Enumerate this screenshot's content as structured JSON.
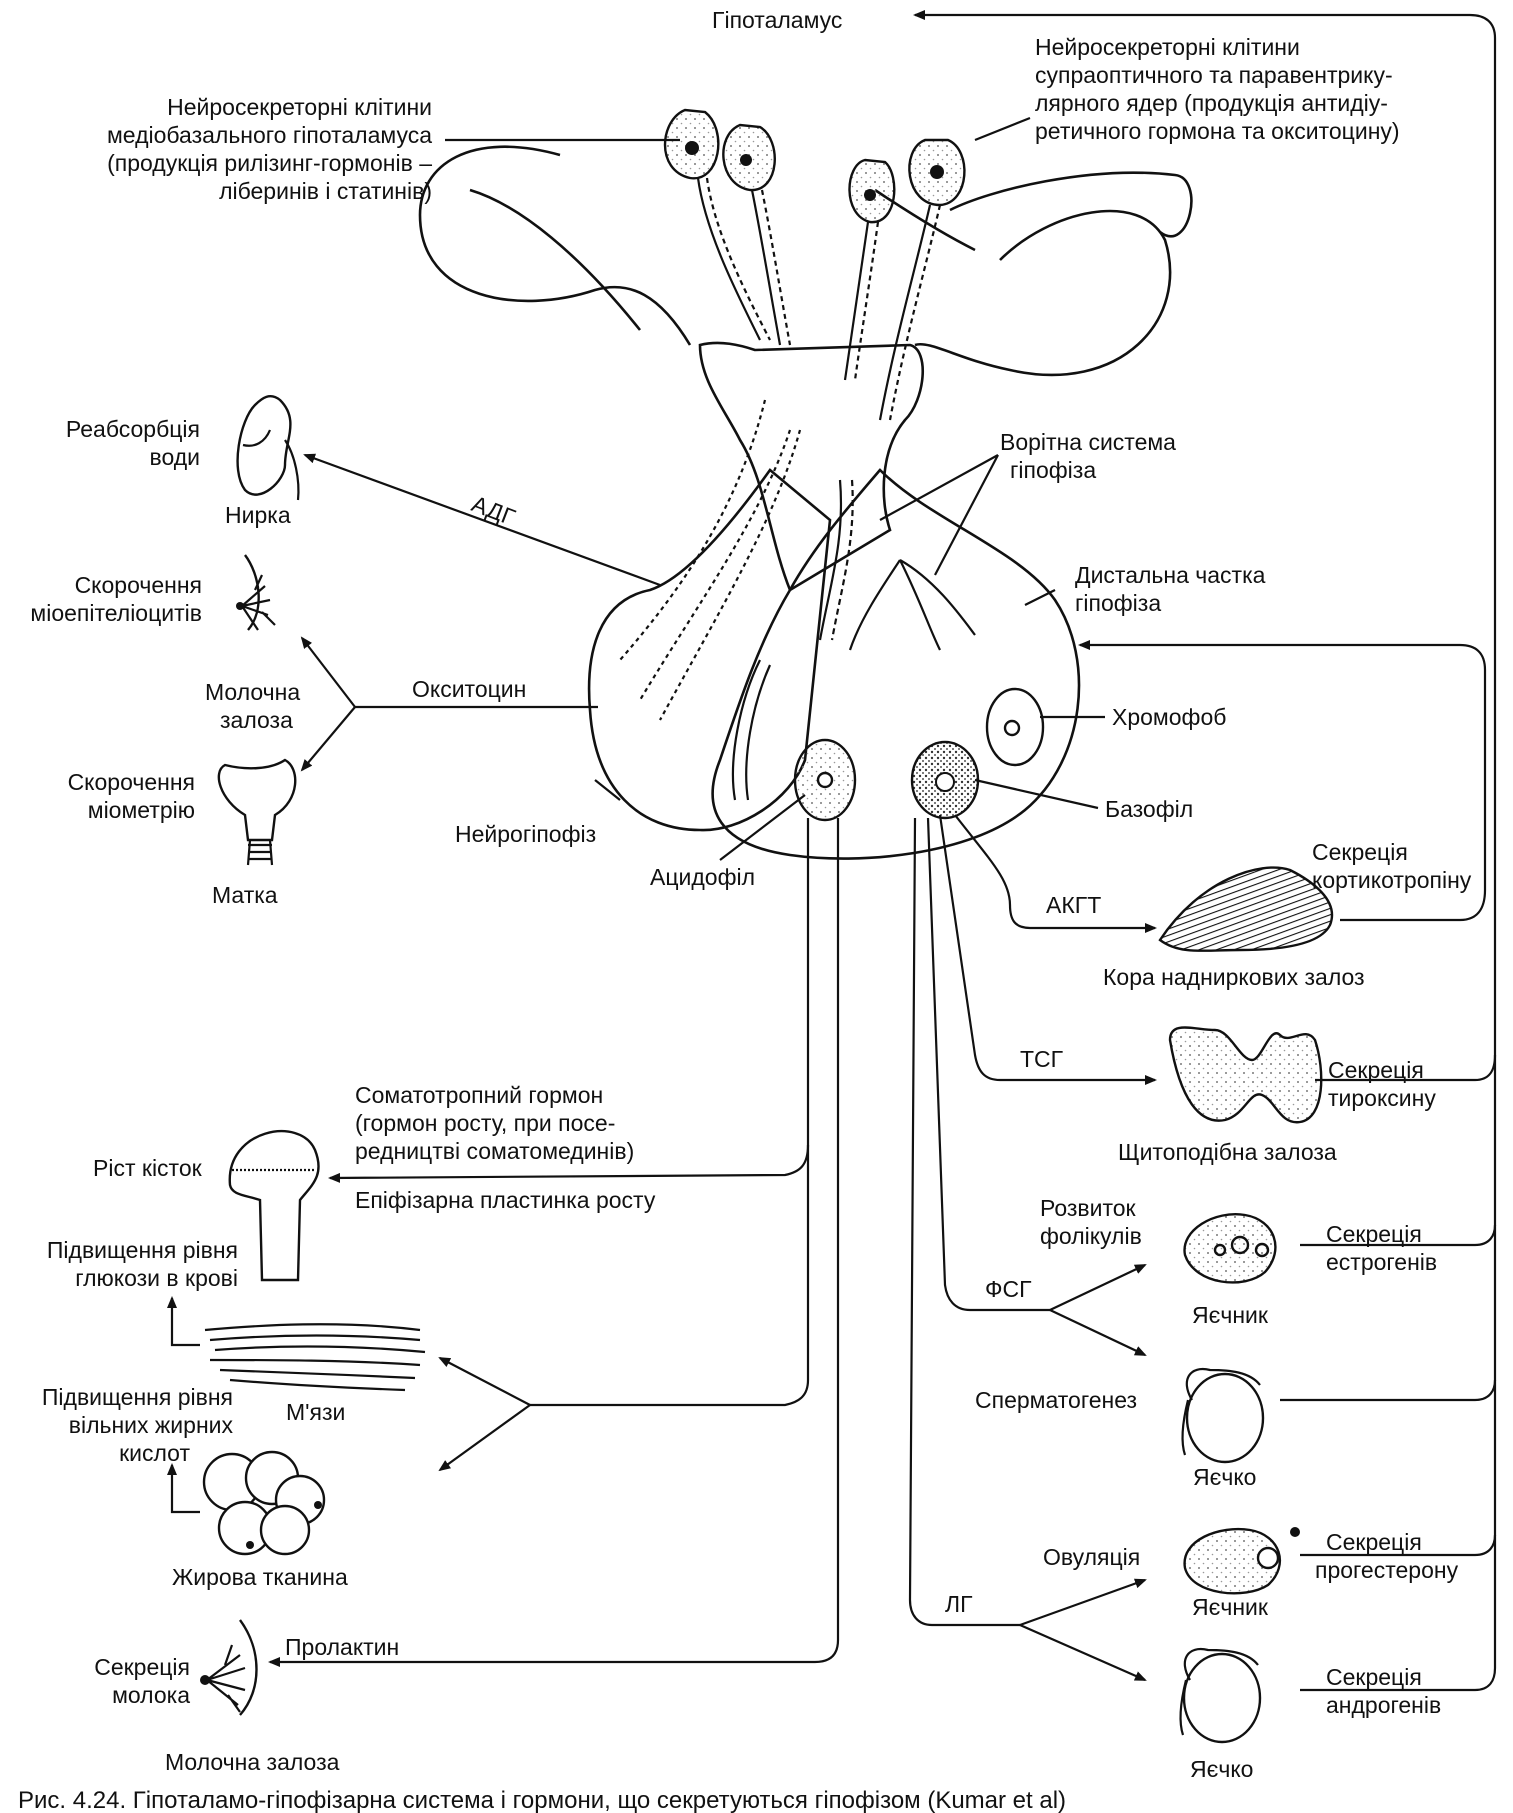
{
  "figure": {
    "caption": "Рис. 4.24. Гіпоталамо-гіпофізарна система і гормони, що секретуються гіпофізом (Kumar et al)"
  },
  "labels": {
    "hypothalamus": "Гіпоталамус",
    "mediobasal": [
      "Нейросекреторні клітини",
      "медіобазального гіпоталамуса",
      "(продукція рилізинг-гормонів –",
      "ліберинів і статинів)"
    ],
    "supraoptic": [
      "Нейросекреторні клітини",
      "супраоптичного та паравентрику-",
      "лярного ядер (продукція антидіу-",
      "ретичного гормона та окситоцину)"
    ],
    "portal_system": [
      "Ворітна система",
      "гіпофіза"
    ],
    "distal_lobe": [
      "Дистальна частка",
      "гіпофіза"
    ],
    "chromophobe": "Хромофоб",
    "basophil": "Базофіл",
    "acidophil": "Ацидофіл",
    "neurohypophysis": "Нейрогіпофіз",
    "adh": "АДГ",
    "oxytocin": "Окситоцин",
    "water_reabsorption": [
      "Реабсорбція",
      "води"
    ],
    "kidney": "Нирка",
    "myoepithelial": [
      "Скорочення",
      "міоепітеліоцитів"
    ],
    "mammary_gland_top": [
      "Молочна",
      "залоза"
    ],
    "myometrium": [
      "Скорочення",
      "міометрію"
    ],
    "uterus": "Матка",
    "acth": "АКГТ",
    "cortico_secretion": [
      "Секреція",
      "кортикотропіну"
    ],
    "adrenal_cortex": "Кора надниркових залоз",
    "tsh": "ТСГ",
    "thyroxine_secretion": [
      "Секреція",
      "тироксину"
    ],
    "thyroid": "Щитоподібна залоза",
    "follicle_dev": [
      "Розвиток",
      "фолікулів"
    ],
    "fsh": "ФСГ",
    "estrogen_secretion": [
      "Секреція",
      "естрогенів"
    ],
    "ovary1": "Яєчник",
    "spermatogenesis": "Сперматогенез",
    "testis1": "Яєчко",
    "ovulation": "Овуляція",
    "lh": "ЛГ",
    "progesterone_secretion": [
      "Секреція",
      "прогестерону"
    ],
    "ovary2": "Яєчник",
    "androgen_secretion": [
      "Секреція",
      "андрогенів"
    ],
    "testis2": "Яєчко",
    "somatotropin": [
      "Соматотропний гормон",
      "(гормон росту, при посе-",
      "редництві соматомединів)"
    ],
    "epiphyseal": "Епіфізарна пластинка росту",
    "bone_growth": "Ріст кісток",
    "glucose": [
      "Підвищення рівня",
      "глюкози в крові"
    ],
    "muscles": "М'язи",
    "fatty_acids": [
      "Підвищення рівня",
      "вільних жирних",
      "кислот"
    ],
    "adipose": "Жирова тканина",
    "prolactin": "Пролактин",
    "milk_secretion": [
      "Секреція",
      "молока"
    ],
    "mammary_gland_bottom": "Молочна залоза"
  },
  "colors": {
    "ink": "#111111",
    "stipple": "#8a8a8a",
    "paper": "#ffffff"
  }
}
